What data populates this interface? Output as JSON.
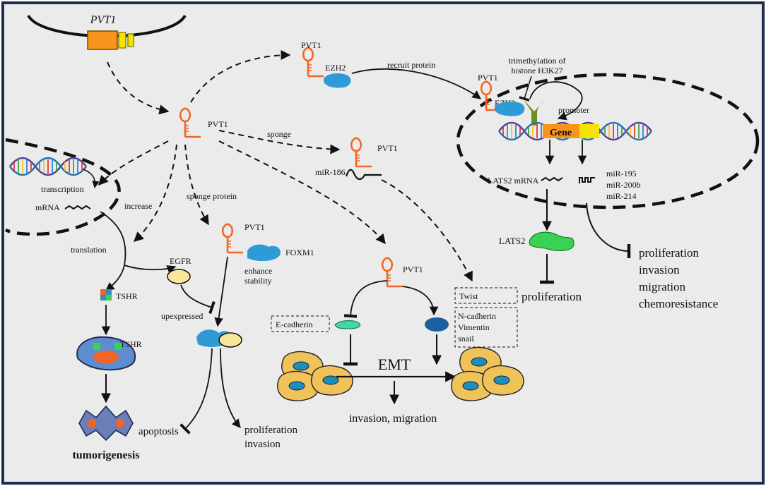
{
  "gene_label": "PVT1",
  "nodes": {
    "pvt1_center": "PVT1",
    "pvt1_ezh2": "PVT1",
    "ezh2": "EZH2",
    "pvt1_nucleus": "PVT1",
    "ezh2_nucleus": "EZH2",
    "pvt1_mir": "PVT1",
    "mir186": "miR-186",
    "pvt1_foxm1": "PVT1",
    "foxm1": "FOXM1",
    "pvt1_emt": "PVT1",
    "mrna": "mRNA",
    "egfr": "EGFR",
    "tshr1": "TSHR",
    "tshr2": "TSHR",
    "promoter": "promoter",
    "gene": "Gene",
    "lats2_mrna": "LATS2 mRNA",
    "lats2": "LATS2",
    "mirs": [
      "miR-195",
      "miR-200b",
      "miR-214"
    ],
    "ecadherin": "E-cadherin",
    "twist": "Twist",
    "mesenchymal": [
      "N-cadherin",
      "Vimentin",
      "snail"
    ],
    "emt": "EMT"
  },
  "edge_labels": {
    "recruit": "recruit protein",
    "trimethyl": [
      "trimethylation of",
      "histone H3K27"
    ],
    "sponge": "sponge",
    "sponge_protein": "sponge protein",
    "transcription": "transcription",
    "increase": "increase",
    "translation": "translation",
    "enhance": [
      "enhance",
      "stability"
    ],
    "upexpressed": "upexpressed"
  },
  "outcomes": {
    "tumorigenesis": "tumorigenesis",
    "apoptosis": "apoptosis",
    "prolif_inv": [
      "proliferation",
      "invasion"
    ],
    "inv_mig": "invasion, migration",
    "proliferation": "proliferation",
    "right_list": [
      "proliferation",
      "invasion",
      "migration",
      "chemoresistance"
    ]
  },
  "colors": {
    "panel": "#ebebeb",
    "frame": "#1f2d4f",
    "rna": "#f26522",
    "protein": "#2e9ad6",
    "gene_box": "#f7941d",
    "lats2": "#39d353",
    "cell": "#f0c25a",
    "nucleus": "#1a8fbf"
  }
}
